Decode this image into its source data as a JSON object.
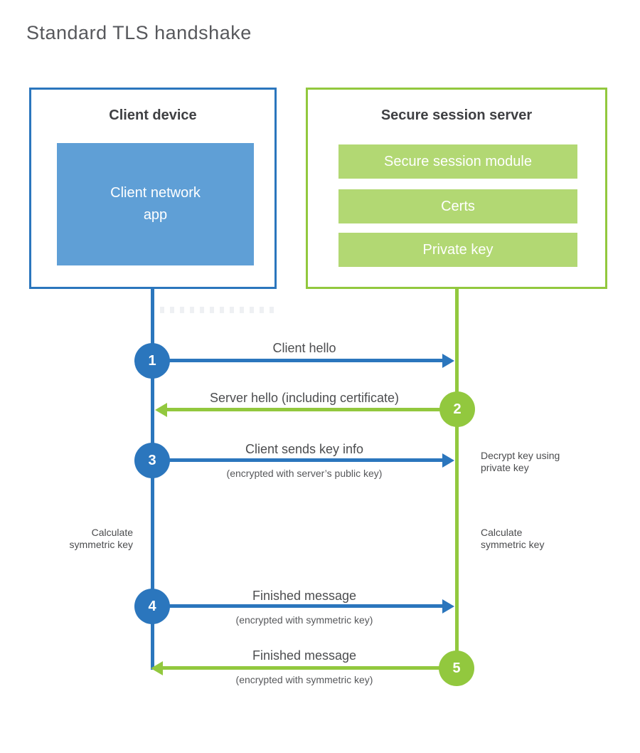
{
  "title": "Standard TLS handshake",
  "colors": {
    "blue": "#2b76bd",
    "light_blue": "#5f9fd6",
    "green": "#92c83e",
    "light_green": "#b2d873",
    "heading_text": "#3f4043",
    "label_text": "#4c4d4f"
  },
  "client": {
    "title": "Client device",
    "app_label": "Client network\napp"
  },
  "server": {
    "title": "Secure session server",
    "modules": [
      "Secure session module",
      "Certs",
      "Private key"
    ]
  },
  "steps": [
    {
      "num": "1",
      "label": "Client hello",
      "sub": "",
      "direction": "client-to-server",
      "color": "blue"
    },
    {
      "num": "2",
      "label": "Server hello (including certificate)",
      "sub": "",
      "direction": "server-to-client",
      "color": "green"
    },
    {
      "num": "3",
      "label": "Client sends key info",
      "sub": "(encrypted with server’s public key)",
      "direction": "client-to-server",
      "color": "blue"
    },
    {
      "num": "4",
      "label": "Finished message",
      "sub": "(encrypted with symmetric key)",
      "direction": "client-to-server",
      "color": "blue"
    },
    {
      "num": "5",
      "label": "Finished message",
      "sub": "(encrypted with symmetric key)",
      "direction": "server-to-client",
      "color": "green"
    }
  ],
  "annotations": {
    "decrypt_note": "Decrypt key using\nprivate key",
    "calc_left": "Calculate\nsymmetric key",
    "calc_right": "Calculate\nsymmetric key"
  }
}
